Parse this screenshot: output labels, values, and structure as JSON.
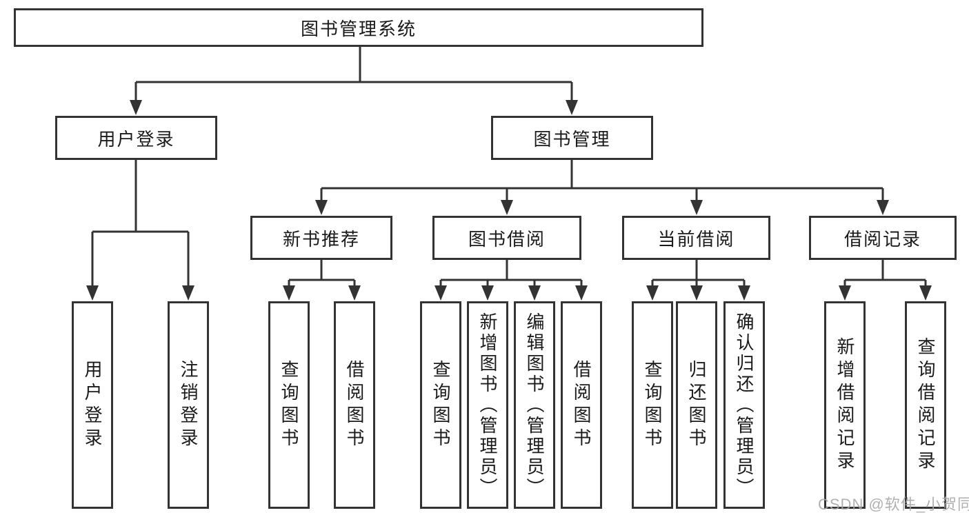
{
  "hierarchy": {
    "label": "图书管理系统",
    "children": [
      {
        "label": "用户登录",
        "children": [
          {
            "label": "用户登录"
          },
          {
            "label": "注销登录"
          }
        ]
      },
      {
        "label": "图书管理",
        "children": [
          {
            "label": "新书推荐",
            "children": [
              {
                "label": "查询图书"
              },
              {
                "label": "借阅图书"
              }
            ]
          },
          {
            "label": "图书借阅",
            "children": [
              {
                "label": "查询图书"
              },
              {
                "label": "新增图书（管理员）"
              },
              {
                "label": "编辑图书（管理员）"
              },
              {
                "label": "借阅图书"
              }
            ]
          },
          {
            "label": "当前借阅",
            "children": [
              {
                "label": "查询图书"
              },
              {
                "label": "归还图书"
              },
              {
                "label": "确认归还（管理员）"
              }
            ]
          },
          {
            "label": "借阅记录",
            "children": [
              {
                "label": "新增借阅记录"
              },
              {
                "label": "查询借阅记录"
              }
            ]
          }
        ]
      }
    ]
  },
  "watermark": "CSDN @软件_小贺同学",
  "colors": {
    "line": "#333333",
    "text": "#1a1a1a",
    "box_background": "#ffffff",
    "watermark": "#a8a8a8"
  }
}
